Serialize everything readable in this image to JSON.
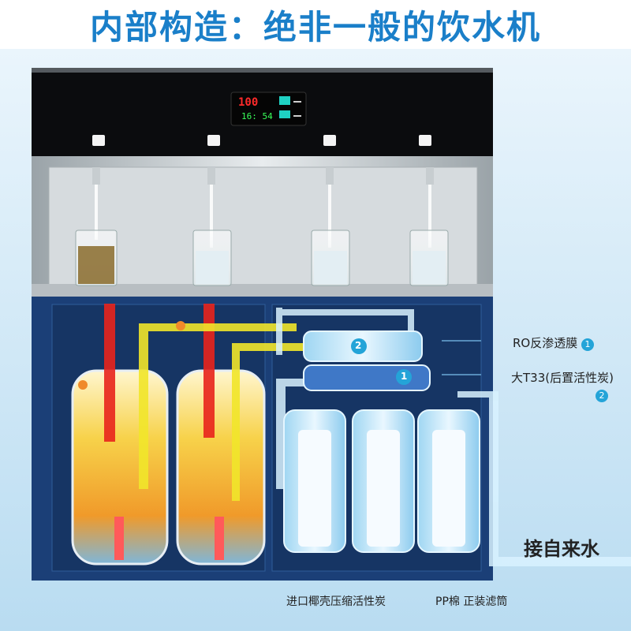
{
  "headline": "内部构造：绝非一般的饮水机",
  "display": {
    "temperature": "100",
    "time": "16: 54"
  },
  "callouts": {
    "ro_membrane": "RO反渗透膜",
    "ro_membrane_num": "1",
    "t33_filter": "大T33(后置活性炭)",
    "t33_filter_num": "2",
    "tap_water": "接自来水",
    "coconut_carbon": "进口椰壳压缩活性炭",
    "pp_cotton": "PP棉 正装滤筒"
  },
  "membrane_markers": [
    "2",
    "1"
  ],
  "colors": {
    "headline": "#1a7fc9",
    "background": "#cfe6f5",
    "cabinet": "#1b3f77",
    "hot_line": "#e8241c",
    "warm_line": "#f1e62a",
    "water_line": "#d8f2ff"
  }
}
